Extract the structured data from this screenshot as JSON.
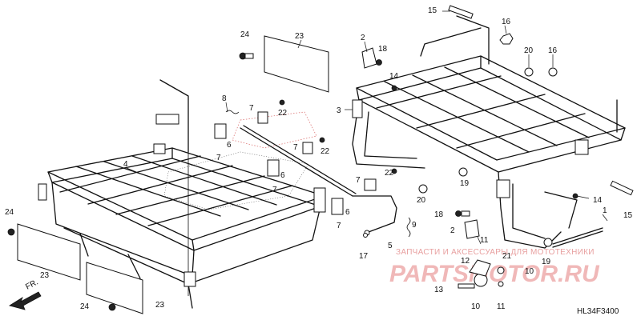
{
  "diagram": {
    "code": "HL34F3400",
    "direction_label": "FR.",
    "watermark_top": "ЗАПЧАСТИ И АКСЕССУАРЫ ДЛЯ МОТОТЕХНИКИ",
    "watermark_brand": "PARTSMOTOR.RU",
    "labels": [
      {
        "id": "l15a",
        "text": "15"
      },
      {
        "id": "l16a",
        "text": "16"
      },
      {
        "id": "l24a",
        "text": "24"
      },
      {
        "id": "l23a",
        "text": "23"
      },
      {
        "id": "l2a",
        "text": "2"
      },
      {
        "id": "l18a",
        "text": "18"
      },
      {
        "id": "l20a",
        "text": "20"
      },
      {
        "id": "l16b",
        "text": "16"
      },
      {
        "id": "l14a",
        "text": "14"
      },
      {
        "id": "l3",
        "text": "3"
      },
      {
        "id": "l8",
        "text": "8"
      },
      {
        "id": "l7a",
        "text": "7"
      },
      {
        "id": "l22a",
        "text": "22"
      },
      {
        "id": "l6a",
        "text": "6"
      },
      {
        "id": "l7b",
        "text": "7"
      },
      {
        "id": "l7c",
        "text": "7"
      },
      {
        "id": "l22b",
        "text": "22"
      },
      {
        "id": "l4",
        "text": "4"
      },
      {
        "id": "l6b",
        "text": "6"
      },
      {
        "id": "l7d",
        "text": "7"
      },
      {
        "id": "l7e",
        "text": "7"
      },
      {
        "id": "l22c",
        "text": "22"
      },
      {
        "id": "l19a",
        "text": "19"
      },
      {
        "id": "l20b",
        "text": "20"
      },
      {
        "id": "l15b",
        "text": "15"
      },
      {
        "id": "l14b",
        "text": "14"
      },
      {
        "id": "l6c",
        "text": "6"
      },
      {
        "id": "l7f",
        "text": "7"
      },
      {
        "id": "l24b",
        "text": "24"
      },
      {
        "id": "l9",
        "text": "9"
      },
      {
        "id": "l18b",
        "text": "18"
      },
      {
        "id": "l2b",
        "text": "2"
      },
      {
        "id": "l5",
        "text": "5"
      },
      {
        "id": "l1",
        "text": "1"
      },
      {
        "id": "l11a",
        "text": "11"
      },
      {
        "id": "l17",
        "text": "17"
      },
      {
        "id": "l23b",
        "text": "23"
      },
      {
        "id": "l12",
        "text": "12"
      },
      {
        "id": "l21",
        "text": "21"
      },
      {
        "id": "l19b",
        "text": "19"
      },
      {
        "id": "l10a",
        "text": "10"
      },
      {
        "id": "l13",
        "text": "13"
      },
      {
        "id": "l23c",
        "text": "23"
      },
      {
        "id": "l24c",
        "text": "24"
      },
      {
        "id": "l10b",
        "text": "10"
      },
      {
        "id": "l11b",
        "text": "11"
      }
    ]
  }
}
